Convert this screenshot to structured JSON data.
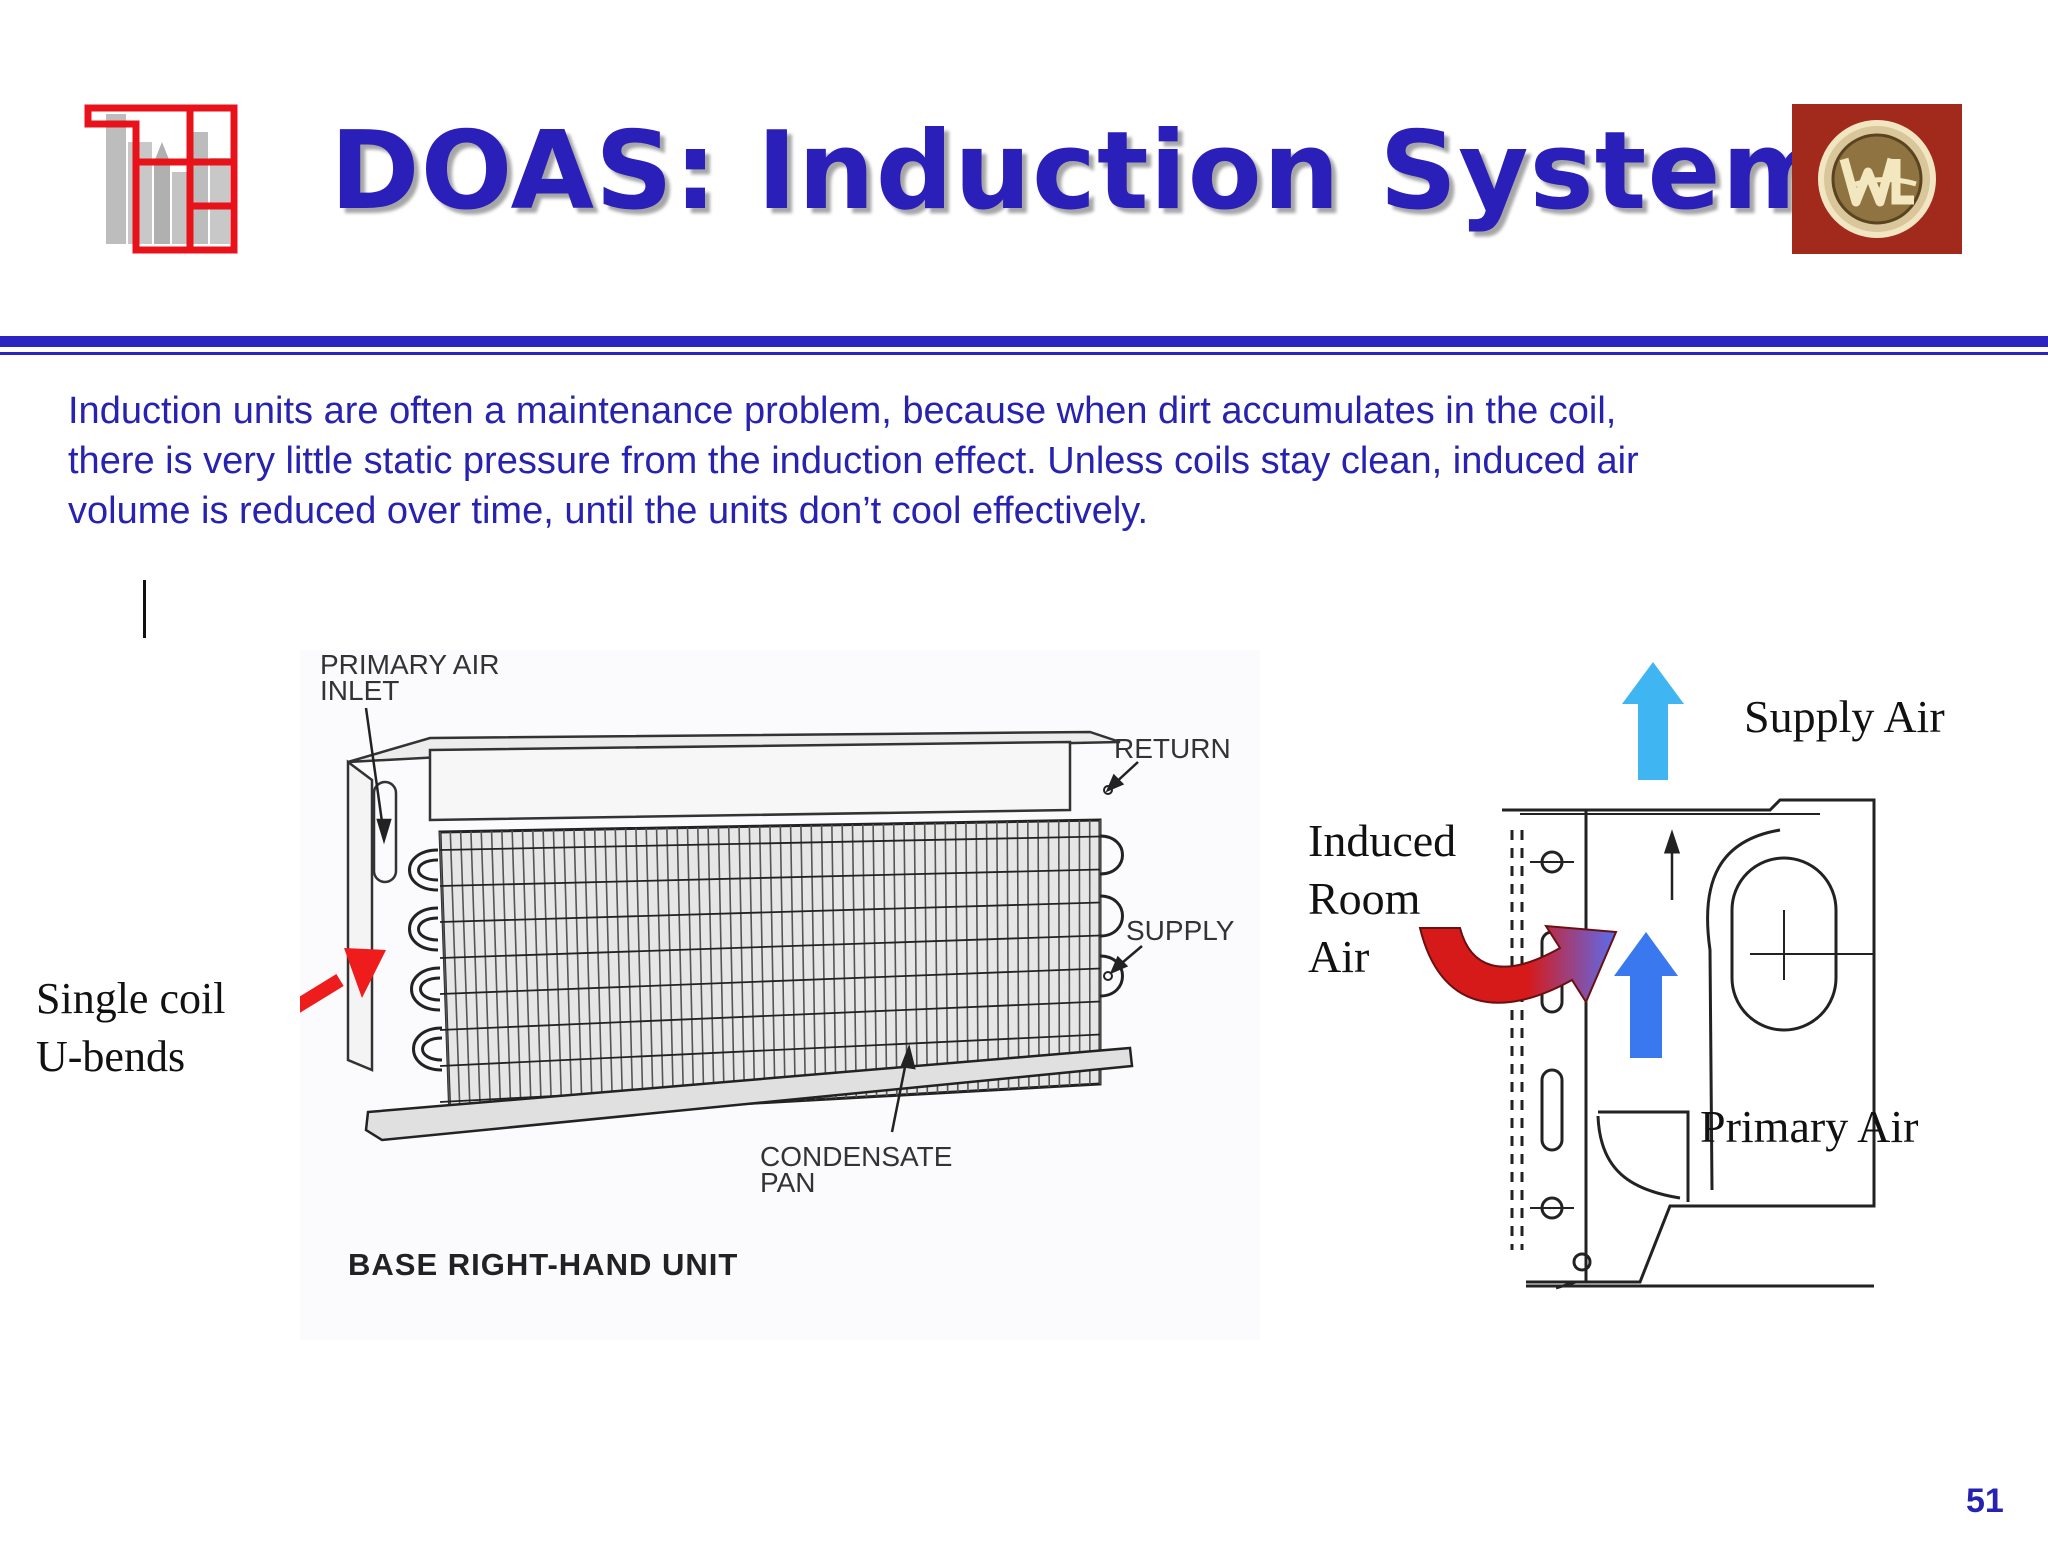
{
  "title": "DOAS: Induction Systems",
  "body_lines": [
    "Induction units are often a maintenance problem, because when dirt accumulates in the coil,",
    "there is very little static pressure from the induction effect. Unless coils stay clean, induced air",
    "volume is reduced over time, until the units don’t cool effectively."
  ],
  "left_diagram": {
    "primary_air_inlet": [
      "PRIMARY AIR",
      "INLET"
    ],
    "return": "RETURN",
    "supply": "SUPPLY",
    "condensate_pan": [
      "CONDENSATE",
      "PAN"
    ],
    "caption": "BASE RIGHT-HAND UNIT",
    "callout": [
      "Single coil",
      "U-bends"
    ]
  },
  "right_diagram": {
    "supply_air": "Supply Air",
    "induced_room_air": [
      "Induced",
      "Room",
      "Air"
    ],
    "primary_air": "Primary Air"
  },
  "page_number": "51",
  "colors": {
    "title": "#2a1fb8",
    "rule": "#2b24c2",
    "body_text": "#2723b0",
    "callout_arrow": "#ee1c1c",
    "supply_arrow": "#3fb6f2",
    "primary_arrow": "#3a78f0",
    "logo_red": "#e8121a",
    "badge_bg": "#a22a1c"
  }
}
